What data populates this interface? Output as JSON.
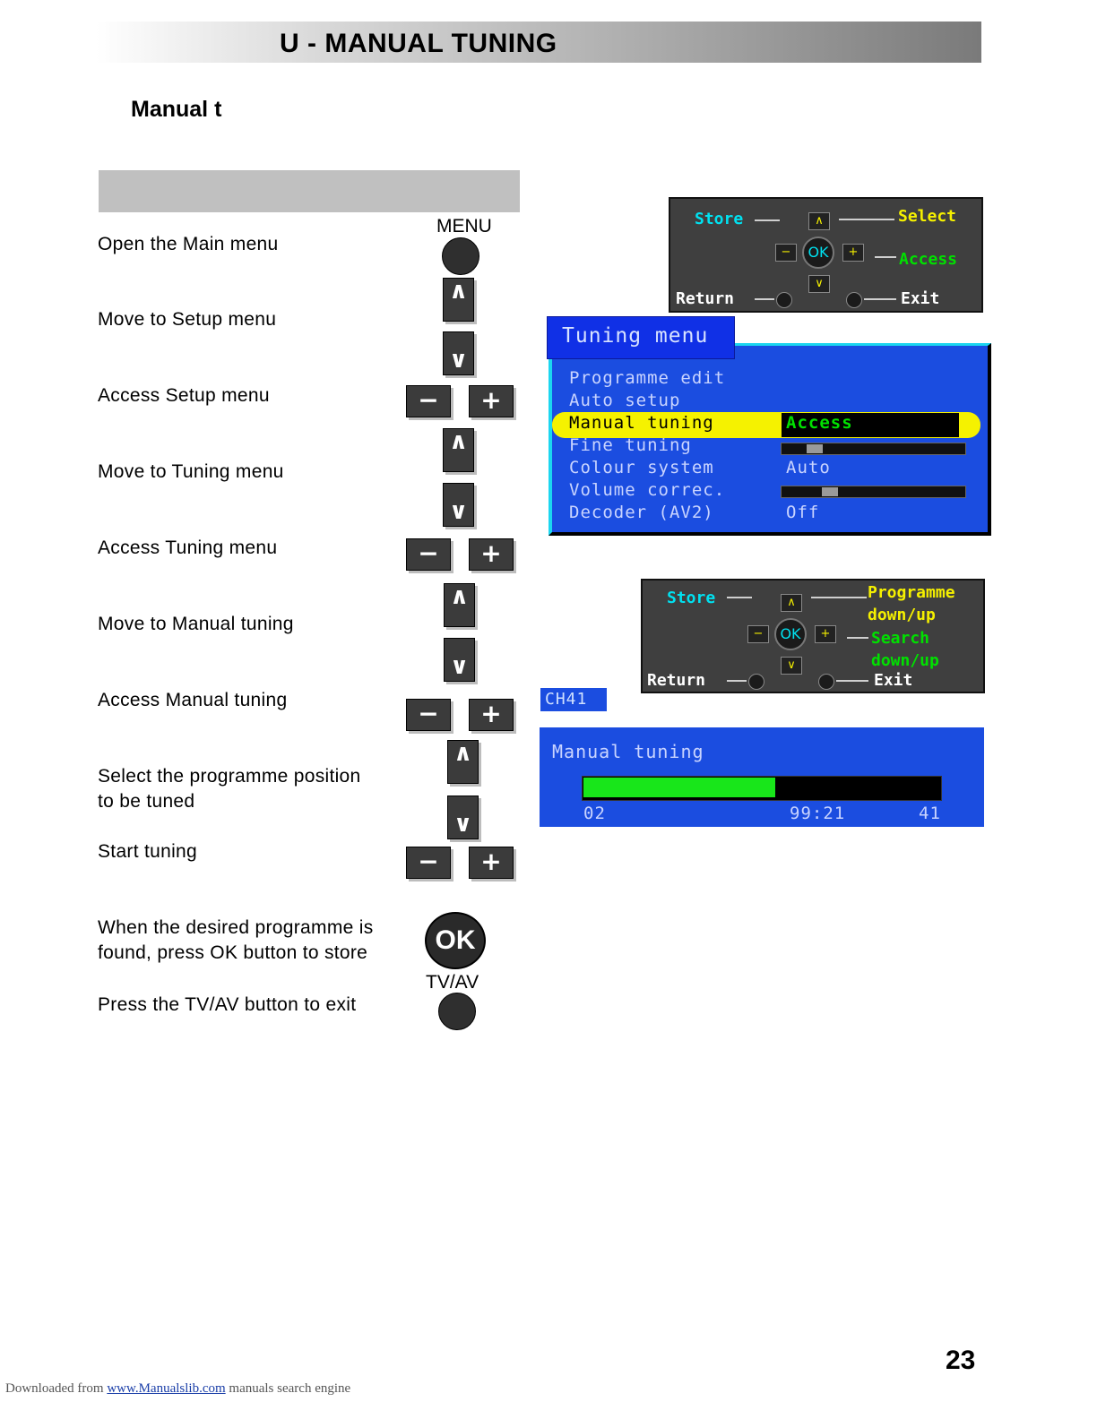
{
  "header": {
    "title": "U - MANUAL TUNING",
    "subtitle": "Manual t"
  },
  "steps": [
    {
      "text": "Open the Main menu",
      "button": "MENU"
    },
    {
      "text": "Move to Setup menu"
    },
    {
      "text": "Access Setup menu"
    },
    {
      "text": "Move to Tuning menu"
    },
    {
      "text": "Access Tuning menu"
    },
    {
      "text": "Move to Manual tuning"
    },
    {
      "text": "Access Manual tuning"
    },
    {
      "text": "Select the programme position",
      "text2": "to be tuned"
    },
    {
      "text": "Start tuning"
    },
    {
      "text": "When the desired programme is",
      "text2": "found, press OK button to store",
      "button": "OK"
    },
    {
      "text": "Press the TV/AV  button to exit",
      "button": "TV/AV"
    }
  ],
  "keys": {
    "up": "∧",
    "down": "∨",
    "minus": "−",
    "plus": "+"
  },
  "remote1": {
    "store": "Store",
    "select": "Select",
    "access": "Access",
    "return": "Return",
    "exit": "Exit",
    "ok": "OK",
    "up": "∧",
    "down": "∨",
    "minus": "−",
    "plus": "+"
  },
  "tuning_menu": {
    "title": "Tuning menu",
    "items": [
      "Programme edit",
      "Auto setup",
      "Manual tuning",
      "Fine tuning",
      "Colour system",
      "Volume correc.",
      "Decoder (AV2)"
    ],
    "values": {
      "manual": "Access",
      "colour": "Auto",
      "decoder": "Off"
    },
    "fine_tuning_level": 0.15,
    "volume_level": 0.24
  },
  "remote2": {
    "store": "Store",
    "prog1": "Programme",
    "prog2": "down/up",
    "search1": "Search",
    "search2": "down/up",
    "return": "Return",
    "exit": "Exit",
    "ok": "OK",
    "up": "∧",
    "down": "∨",
    "minus": "−",
    "plus": "+"
  },
  "manual_tuning": {
    "channel": "CH41",
    "title": "Manual tuning",
    "position": "02",
    "frequency": "99:21",
    "channel_num": "41",
    "progress": 0.54
  },
  "page_number": "23",
  "footer": {
    "prefix": "Downloaded from ",
    "link": "www.Manualslib.com",
    "suffix": "  manuals search engine"
  },
  "colors": {
    "menu_blue": "#1b4de0",
    "highlight": "#f5f200",
    "progress": "#18e61a",
    "cyan": "#00e1f0"
  }
}
